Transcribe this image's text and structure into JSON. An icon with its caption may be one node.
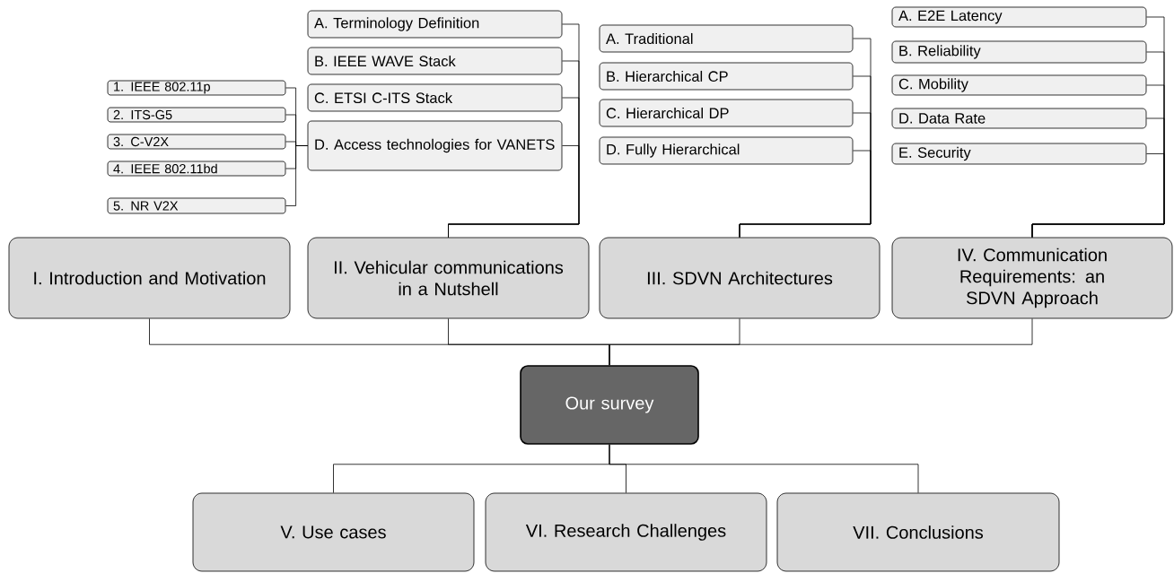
{
  "diagram": {
    "nodes": [
      {
        "text": [
          "Our survey"
        ]
      },
      {
        "text": [
          "I. Introduction and Motivation"
        ]
      },
      {
        "text": [
          "II. Vehicular communications in a Nutshell"
        ]
      },
      {
        "text": [
          "III. SDVN Architectures"
        ]
      },
      {
        "text": [
          "IV. Communication Requirements: an SDVN Approach"
        ]
      },
      {
        "text": [
          "V. Use cases"
        ]
      },
      {
        "text": [
          "VI. Research Challenges"
        ]
      },
      {
        "text": [
          "VII. Conclusions"
        ]
      },
      {
        "text": [
          "A. Terminology Definition"
        ]
      },
      {
        "text": [
          "B. IEEE WAVE Stack"
        ]
      },
      {
        "text": [
          "C. ETSI C-ITS Stack"
        ]
      },
      {
        "text": [
          "D. Access technologies for VANETS"
        ]
      },
      {
        "text": [
          "1. IEEE 802.11p"
        ]
      },
      {
        "text": [
          "2. ITS-G5"
        ]
      },
      {
        "text": [
          "3. C-V2X"
        ]
      },
      {
        "text": [
          "4. IEEE 802.11bd"
        ]
      },
      {
        "text": [
          "5. NR V2X"
        ]
      },
      {
        "text": [
          "A. Traditional"
        ]
      },
      {
        "text": [
          "B. Hierarchical CP"
        ]
      },
      {
        "text": [
          "C. Hierarchical DP"
        ]
      },
      {
        "text": [
          "D. Fully Hierarchical"
        ]
      },
      {
        "text": [
          "A. E2E Latency"
        ]
      },
      {
        "text": [
          "B. Reliability"
        ]
      },
      {
        "text": [
          "C. Mobility"
        ]
      },
      {
        "text": [
          "D. Data Rate"
        ]
      },
      {
        "text": [
          "E. Security"
        ]
      }
    ],
    "edges": [
      {
        "from": 0,
        "to": 1,
        "arrow": "none"
      },
      {
        "from": 0,
        "to": 2,
        "arrow": "none"
      },
      {
        "from": 0,
        "to": 3,
        "arrow": "none"
      },
      {
        "from": 0,
        "to": 4,
        "arrow": "none"
      },
      {
        "from": 0,
        "to": 5,
        "arrow": "none"
      },
      {
        "from": 0,
        "to": 6,
        "arrow": "none"
      },
      {
        "from": 0,
        "to": 7,
        "arrow": "none"
      },
      {
        "from": 2,
        "to": 8,
        "arrow": "none"
      },
      {
        "from": 2,
        "to": 9,
        "arrow": "none"
      },
      {
        "from": 2,
        "to": 10,
        "arrow": "none"
      },
      {
        "from": 2,
        "to": 11,
        "arrow": "none"
      },
      {
        "from": 11,
        "to": 12,
        "arrow": "none"
      },
      {
        "from": 11,
        "to": 13,
        "arrow": "none"
      },
      {
        "from": 11,
        "to": 14,
        "arrow": "none"
      },
      {
        "from": 11,
        "to": 15,
        "arrow": "none"
      },
      {
        "from": 11,
        "to": 16,
        "arrow": "none"
      },
      {
        "from": 3,
        "to": 17,
        "arrow": "none"
      },
      {
        "from": 3,
        "to": 18,
        "arrow": "none"
      },
      {
        "from": 3,
        "to": 19,
        "arrow": "none"
      },
      {
        "from": 3,
        "to": 20,
        "arrow": "none"
      },
      {
        "from": 4,
        "to": 21,
        "arrow": "none"
      },
      {
        "from": 4,
        "to": 22,
        "arrow": "none"
      },
      {
        "from": 4,
        "to": 23,
        "arrow": "none"
      },
      {
        "from": 4,
        "to": 24,
        "arrow": "none"
      },
      {
        "from": 4,
        "to": 25,
        "arrow": "none"
      }
    ]
  }
}
